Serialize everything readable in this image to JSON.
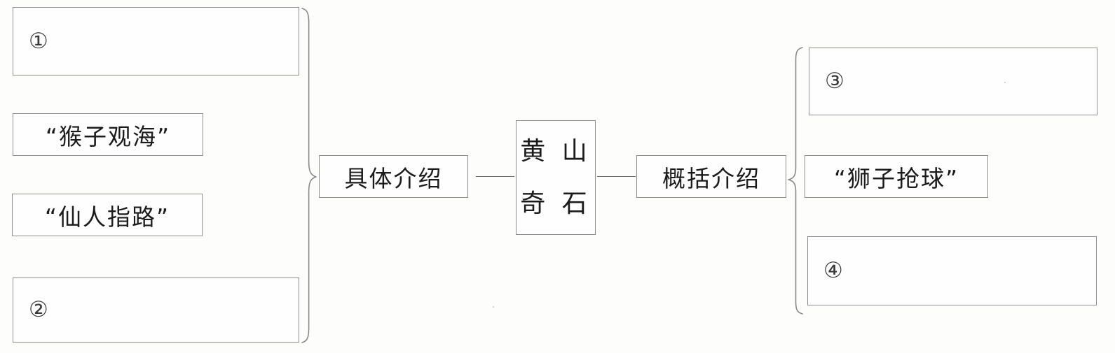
{
  "diagram": {
    "title": "黄山奇石",
    "type": "mind-map-fill-in-blank",
    "centre": {
      "line1": "黄 山",
      "line2": "奇 石"
    },
    "left_branch": {
      "label": "具体介绍",
      "items": [
        {
          "kind": "blank",
          "marker": "①",
          "text": ""
        },
        {
          "kind": "labelled",
          "marker": "",
          "text": "“猴子观海”"
        },
        {
          "kind": "labelled",
          "marker": "",
          "text": "“仙人指路”"
        },
        {
          "kind": "blank",
          "marker": "②",
          "text": ""
        }
      ]
    },
    "right_branch": {
      "label": "概括介绍",
      "items": [
        {
          "kind": "blank",
          "marker": "③",
          "text": ""
        },
        {
          "kind": "labelled",
          "marker": "",
          "text": "“狮子抢球”"
        },
        {
          "kind": "blank",
          "marker": "④",
          "text": ""
        }
      ]
    },
    "colors": {
      "border": "#8d8d8d",
      "connector": "#6f6f6f",
      "text": "#1b1b1b",
      "page": "#fdfdfc"
    }
  }
}
